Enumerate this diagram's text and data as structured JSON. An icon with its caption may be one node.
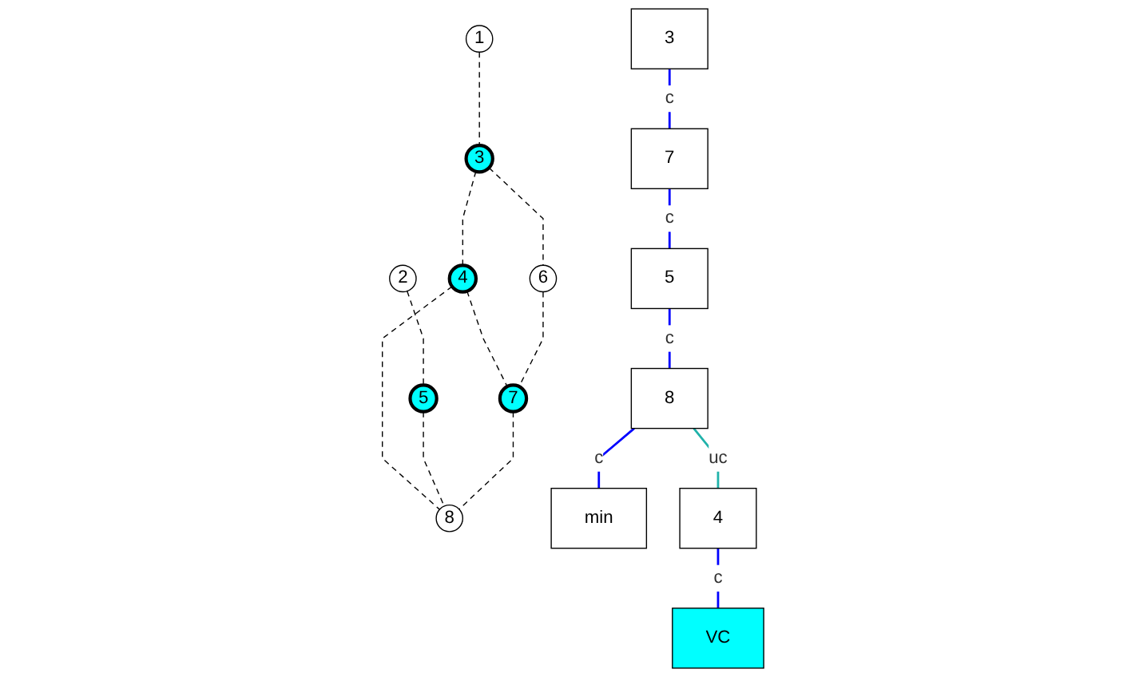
{
  "diagram": {
    "nodes": [
      {
        "text": [
          "1"
        ]
      },
      {
        "text": [
          "2"
        ]
      },
      {
        "text": [
          "3"
        ]
      },
      {
        "text": [
          "4"
        ]
      },
      {
        "text": [
          "5"
        ]
      },
      {
        "text": [
          "6"
        ]
      },
      {
        "text": [
          "7"
        ]
      },
      {
        "text": [
          "8"
        ]
      },
      {
        "text": [
          "3"
        ]
      },
      {
        "text": [
          "7"
        ]
      },
      {
        "text": [
          "5"
        ]
      },
      {
        "text": [
          "8"
        ]
      },
      {
        "text": [
          "min"
        ]
      },
      {
        "text": [
          "4"
        ]
      },
      {
        "text": [
          "VC"
        ]
      }
    ],
    "edges": [
      {
        "from": 0,
        "to": 2,
        "arrow": "none",
        "style": "dashed"
      },
      {
        "from": 1,
        "to": 4,
        "arrow": "none",
        "style": "dashed"
      },
      {
        "from": 2,
        "to": 3,
        "arrow": "none",
        "style": "dashed"
      },
      {
        "from": 2,
        "to": 5,
        "arrow": "none",
        "style": "dashed"
      },
      {
        "from": 3,
        "to": 6,
        "arrow": "none",
        "style": "dashed"
      },
      {
        "from": 3,
        "to": 7,
        "arrow": "none",
        "style": "dashed"
      },
      {
        "from": 4,
        "to": 7,
        "arrow": "none",
        "style": "dashed"
      },
      {
        "from": 5,
        "to": 6,
        "arrow": "none",
        "style": "dashed"
      },
      {
        "from": 6,
        "to": 7,
        "arrow": "none",
        "style": "dashed"
      },
      {
        "from": 8,
        "to": 9,
        "arrow": "none",
        "label": "c",
        "color": "#0000ff"
      },
      {
        "from": 9,
        "to": 10,
        "arrow": "none",
        "label": "c",
        "color": "#0000ff"
      },
      {
        "from": 10,
        "to": 11,
        "arrow": "none",
        "label": "c",
        "color": "#0000ff"
      },
      {
        "from": 11,
        "to": 12,
        "arrow": "none",
        "label": "c",
        "color": "#0000ff"
      },
      {
        "from": 11,
        "to": 13,
        "arrow": "none",
        "label": "uc",
        "color": "#20b2aa"
      },
      {
        "from": 13,
        "to": 14,
        "arrow": "none",
        "label": "c",
        "color": "#0000ff"
      }
    ]
  }
}
